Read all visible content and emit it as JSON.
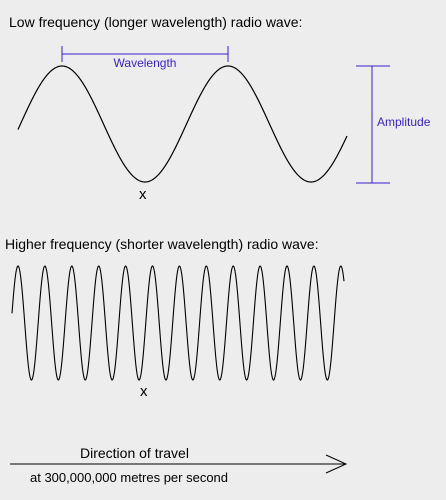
{
  "low_wave": {
    "heading": "Low frequency (longer wavelength) radio wave:",
    "wavelength_label": "Wavelength",
    "amplitude_label": "Amplitude",
    "point_marker": "x"
  },
  "high_wave": {
    "heading": "Higher frequency (shorter wavelength) radio wave:",
    "point_marker": "x"
  },
  "travel": {
    "direction_label": "Direction of travel",
    "speed_label": "at 300,000,000 metres per second"
  },
  "colors": {
    "background": "#ededed",
    "wave_stroke": "#000000",
    "annotation": "#3a1fc8",
    "text": "#000000"
  }
}
